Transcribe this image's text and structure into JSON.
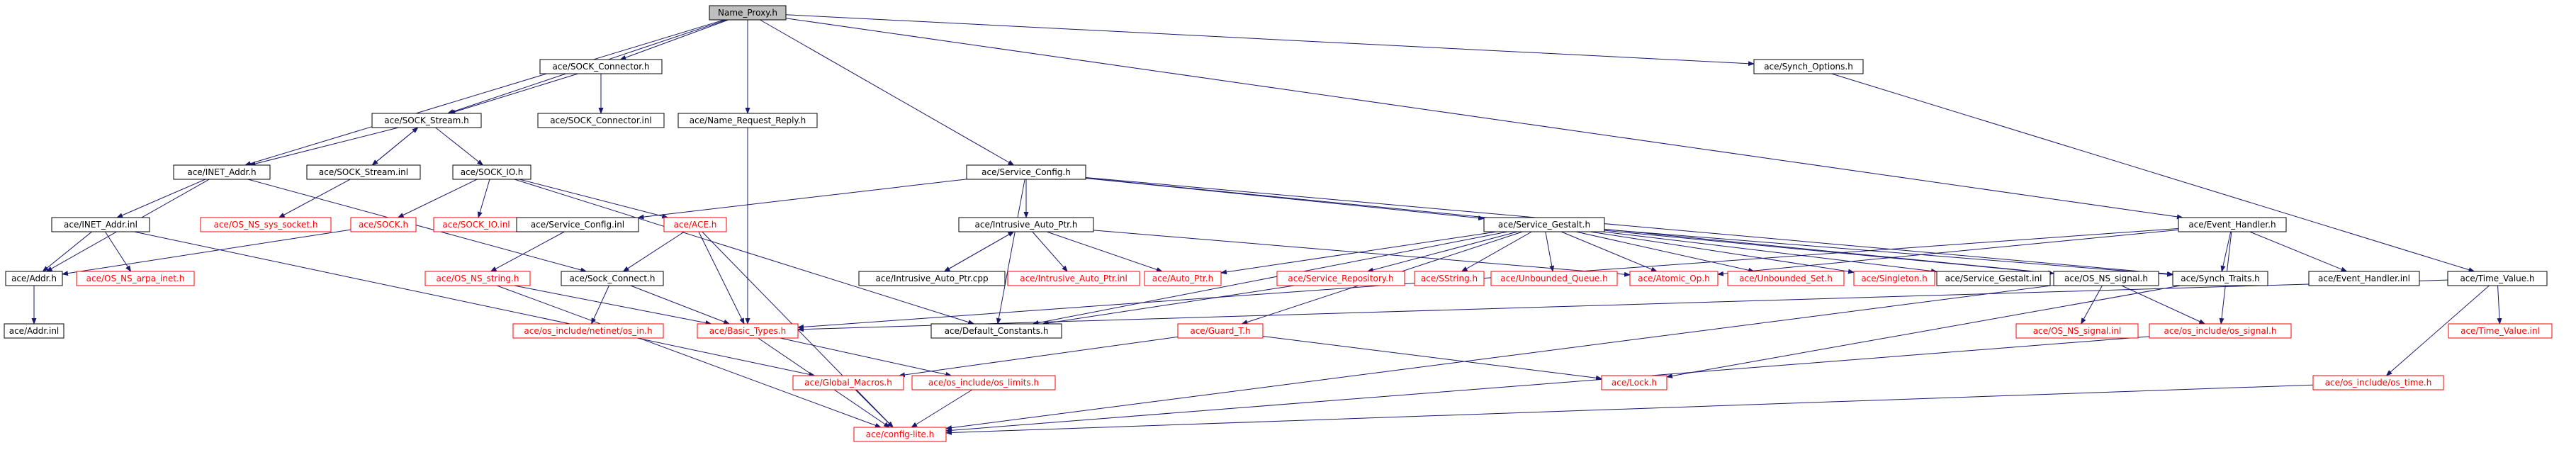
{
  "graph": {
    "nodes": [
      {
        "id": "root",
        "label": "Name_Proxy.h",
        "style": "root"
      },
      {
        "id": "sockconn",
        "label": "ace/SOCK_Connector.h",
        "style": "black"
      },
      {
        "id": "sockconninl",
        "label": "ace/SOCK_Connector.inl",
        "style": "black"
      },
      {
        "id": "nrr",
        "label": "ace/Name_Request_Reply.h",
        "style": "black"
      },
      {
        "id": "synchopt",
        "label": "ace/Synch_Options.h",
        "style": "black"
      },
      {
        "id": "sockstream",
        "label": "ace/SOCK_Stream.h",
        "style": "black"
      },
      {
        "id": "inetaddr",
        "label": "ace/INET_Addr.h",
        "style": "black"
      },
      {
        "id": "sockstreaminl",
        "label": "ace/SOCK_Stream.inl",
        "style": "black"
      },
      {
        "id": "sockio",
        "label": "ace/SOCK_IO.h",
        "style": "black"
      },
      {
        "id": "svcconf",
        "label": "ace/Service_Config.h",
        "style": "black"
      },
      {
        "id": "inetaddrinl",
        "label": "ace/INET_Addr.inl",
        "style": "black"
      },
      {
        "id": "osnssyssock",
        "label": "ace/OS_NS_sys_socket.h",
        "style": "red"
      },
      {
        "id": "sock",
        "label": "ace/SOCK.h",
        "style": "red"
      },
      {
        "id": "sockioinl",
        "label": "ace/SOCK_IO.inl",
        "style": "red"
      },
      {
        "id": "svcconfinl",
        "label": "ace/Service_Config.inl",
        "style": "black"
      },
      {
        "id": "ace",
        "label": "ace/ACE.h",
        "style": "red"
      },
      {
        "id": "iap",
        "label": "ace/Intrusive_Auto_Ptr.h",
        "style": "black"
      },
      {
        "id": "svcgestalt",
        "label": "ace/Service_Gestalt.h",
        "style": "black"
      },
      {
        "id": "evh",
        "label": "ace/Event_Handler.h",
        "style": "black"
      },
      {
        "id": "addr",
        "label": "ace/Addr.h",
        "style": "black"
      },
      {
        "id": "osnsarpa",
        "label": "ace/OS_NS_arpa_inet.h",
        "style": "red"
      },
      {
        "id": "osnsstring",
        "label": "ace/OS_NS_string.h",
        "style": "red"
      },
      {
        "id": "sockconnect",
        "label": "ace/Sock_Connect.h",
        "style": "black"
      },
      {
        "id": "iapcpp",
        "label": "ace/Intrusive_Auto_Ptr.cpp",
        "style": "black"
      },
      {
        "id": "iapinl",
        "label": "ace/Intrusive_Auto_Ptr.inl",
        "style": "red"
      },
      {
        "id": "autoptr",
        "label": "ace/Auto_Ptr.h",
        "style": "red"
      },
      {
        "id": "svcrepo",
        "label": "ace/Service_Repository.h",
        "style": "red"
      },
      {
        "id": "sstring",
        "label": "ace/SString.h",
        "style": "red"
      },
      {
        "id": "ubq",
        "label": "ace/Unbounded_Queue.h",
        "style": "red"
      },
      {
        "id": "atomicop",
        "label": "ace/Atomic_Op.h",
        "style": "red"
      },
      {
        "id": "ubset",
        "label": "ace/Unbounded_Set.h",
        "style": "red"
      },
      {
        "id": "singleton",
        "label": "ace/Singleton.h",
        "style": "red"
      },
      {
        "id": "svcgestaltinl",
        "label": "ace/Service_Gestalt.inl",
        "style": "black"
      },
      {
        "id": "osnssignal",
        "label": "ace/OS_NS_signal.h",
        "style": "black"
      },
      {
        "id": "synchtraits",
        "label": "ace/Synch_Traits.h",
        "style": "black"
      },
      {
        "id": "evhinl",
        "label": "ace/Event_Handler.inl",
        "style": "black"
      },
      {
        "id": "timevalue",
        "label": "ace/Time_Value.h",
        "style": "black"
      },
      {
        "id": "addrinl",
        "label": "ace/Addr.inl",
        "style": "black"
      },
      {
        "id": "osinclnetin",
        "label": "ace/os_include/netinet/os_in.h",
        "style": "red"
      },
      {
        "id": "basictypes",
        "label": "ace/Basic_Types.h",
        "style": "red"
      },
      {
        "id": "defconst",
        "label": "ace/Default_Constants.h",
        "style": "black"
      },
      {
        "id": "guardt",
        "label": "ace/Guard_T.h",
        "style": "red"
      },
      {
        "id": "osnssignalinl",
        "label": "ace/OS_NS_signal.inl",
        "style": "red"
      },
      {
        "id": "osinclsignal",
        "label": "ace/os_include/os_signal.h",
        "style": "red"
      },
      {
        "id": "timevalueinl",
        "label": "ace/Time_Value.inl",
        "style": "red"
      },
      {
        "id": "globalmacros",
        "label": "ace/Global_Macros.h",
        "style": "red"
      },
      {
        "id": "osincllimits",
        "label": "ace/os_include/os_limits.h",
        "style": "red"
      },
      {
        "id": "lock",
        "label": "ace/Lock.h",
        "style": "red"
      },
      {
        "id": "osincltime",
        "label": "ace/os_include/os_time.h",
        "style": "red"
      },
      {
        "id": "configlite",
        "label": "ace/config-lite.h",
        "style": "red"
      }
    ],
    "edges": [
      {
        "from": "root",
        "to": "sockconn"
      },
      {
        "from": "root",
        "to": "nrr"
      },
      {
        "from": "root",
        "to": "synchopt"
      },
      {
        "from": "root",
        "to": "sockstream"
      },
      {
        "from": "root",
        "to": "inetaddr"
      },
      {
        "from": "root",
        "to": "svcconf"
      },
      {
        "from": "root",
        "to": "evh"
      },
      {
        "from": "sockconn",
        "to": "sockconninl"
      },
      {
        "from": "sockconn",
        "to": "sockstream"
      },
      {
        "from": "sockstream",
        "to": "inetaddr"
      },
      {
        "from": "sockstream",
        "to": "sockstreaminl"
      },
      {
        "from": "sockstreaminl",
        "to": "sockstream"
      },
      {
        "from": "sockstream",
        "to": "sockio"
      },
      {
        "from": "sockstreaminl",
        "to": "osnssyssock"
      },
      {
        "from": "sockio",
        "to": "sock"
      },
      {
        "from": "sockio",
        "to": "sockioinl"
      },
      {
        "from": "sockio",
        "to": "ace"
      },
      {
        "from": "inetaddr",
        "to": "inetaddrinl"
      },
      {
        "from": "inetaddr",
        "to": "addr"
      },
      {
        "from": "inetaddr",
        "to": "sockconnect"
      },
      {
        "from": "inetaddrinl",
        "to": "addr"
      },
      {
        "from": "inetaddrinl",
        "to": "osnsarpa"
      },
      {
        "from": "inetaddrinl",
        "to": "globalmacros"
      },
      {
        "from": "sock",
        "to": "addr"
      },
      {
        "from": "addr",
        "to": "addrinl"
      },
      {
        "from": "svcconf",
        "to": "svcconfinl"
      },
      {
        "from": "svcconf",
        "to": "iap"
      },
      {
        "from": "svcconf",
        "to": "svcgestalt"
      },
      {
        "from": "svcconf",
        "to": "defconst"
      },
      {
        "from": "svcconf",
        "to": "synchtraits"
      },
      {
        "from": "svcconf",
        "to": "osnssignal"
      },
      {
        "from": "svcconfinl",
        "to": "osnsstring"
      },
      {
        "from": "ace",
        "to": "sockconnect"
      },
      {
        "from": "ace",
        "to": "basictypes"
      },
      {
        "from": "ace",
        "to": "configlite"
      },
      {
        "from": "osnsstring",
        "to": "basictypes"
      },
      {
        "from": "osnsstring",
        "to": "configlite"
      },
      {
        "from": "sockconnect",
        "to": "osinclnetin"
      },
      {
        "from": "sockconnect",
        "to": "basictypes"
      },
      {
        "from": "iap",
        "to": "iapcpp"
      },
      {
        "from": "iapcpp",
        "to": "iap"
      },
      {
        "from": "iap",
        "to": "iapinl"
      },
      {
        "from": "iap",
        "to": "autoptr"
      },
      {
        "from": "iap",
        "to": "atomicop"
      },
      {
        "from": "svcgestalt",
        "to": "autoptr"
      },
      {
        "from": "svcgestalt",
        "to": "svcrepo"
      },
      {
        "from": "svcgestalt",
        "to": "sstring"
      },
      {
        "from": "svcgestalt",
        "to": "ubq"
      },
      {
        "from": "svcgestalt",
        "to": "atomicop"
      },
      {
        "from": "svcgestalt",
        "to": "ubset"
      },
      {
        "from": "svcgestalt",
        "to": "singleton"
      },
      {
        "from": "svcgestalt",
        "to": "svcgestaltinl"
      },
      {
        "from": "svcgestalt",
        "to": "osnssignal"
      },
      {
        "from": "svcgestalt",
        "to": "synchtraits"
      },
      {
        "from": "svcgestalt",
        "to": "defconst"
      },
      {
        "from": "svcgestalt",
        "to": "guardt"
      },
      {
        "from": "svcrepo",
        "to": "defconst"
      },
      {
        "from": "evh",
        "to": "evhinl"
      },
      {
        "from": "evh",
        "to": "atomicop"
      },
      {
        "from": "evh",
        "to": "synchtraits"
      },
      {
        "from": "evh",
        "to": "osinclsignal"
      },
      {
        "from": "evh",
        "to": "basictypes"
      },
      {
        "from": "synchopt",
        "to": "timevalue"
      },
      {
        "from": "timevalue",
        "to": "timevalueinl"
      },
      {
        "from": "timevalue",
        "to": "osincltime"
      },
      {
        "from": "timevalue",
        "to": "basictypes"
      },
      {
        "from": "osnssignal",
        "to": "osnssignalinl"
      },
      {
        "from": "osnssignal",
        "to": "osinclsignal"
      },
      {
        "from": "osnssignal",
        "to": "configlite"
      },
      {
        "from": "synchtraits",
        "to": "lock"
      },
      {
        "from": "osinclsignal",
        "to": "configlite"
      },
      {
        "from": "osincltime",
        "to": "configlite"
      },
      {
        "from": "guardt",
        "to": "lock"
      },
      {
        "from": "guardt",
        "to": "globalmacros"
      },
      {
        "from": "basictypes",
        "to": "osincllimits"
      },
      {
        "from": "basictypes",
        "to": "configlite"
      },
      {
        "from": "globalmacros",
        "to": "configlite"
      },
      {
        "from": "osincllimits",
        "to": "configlite"
      },
      {
        "from": "nrr",
        "to": "basictypes"
      },
      {
        "from": "sockio",
        "to": "defconst"
      }
    ]
  }
}
